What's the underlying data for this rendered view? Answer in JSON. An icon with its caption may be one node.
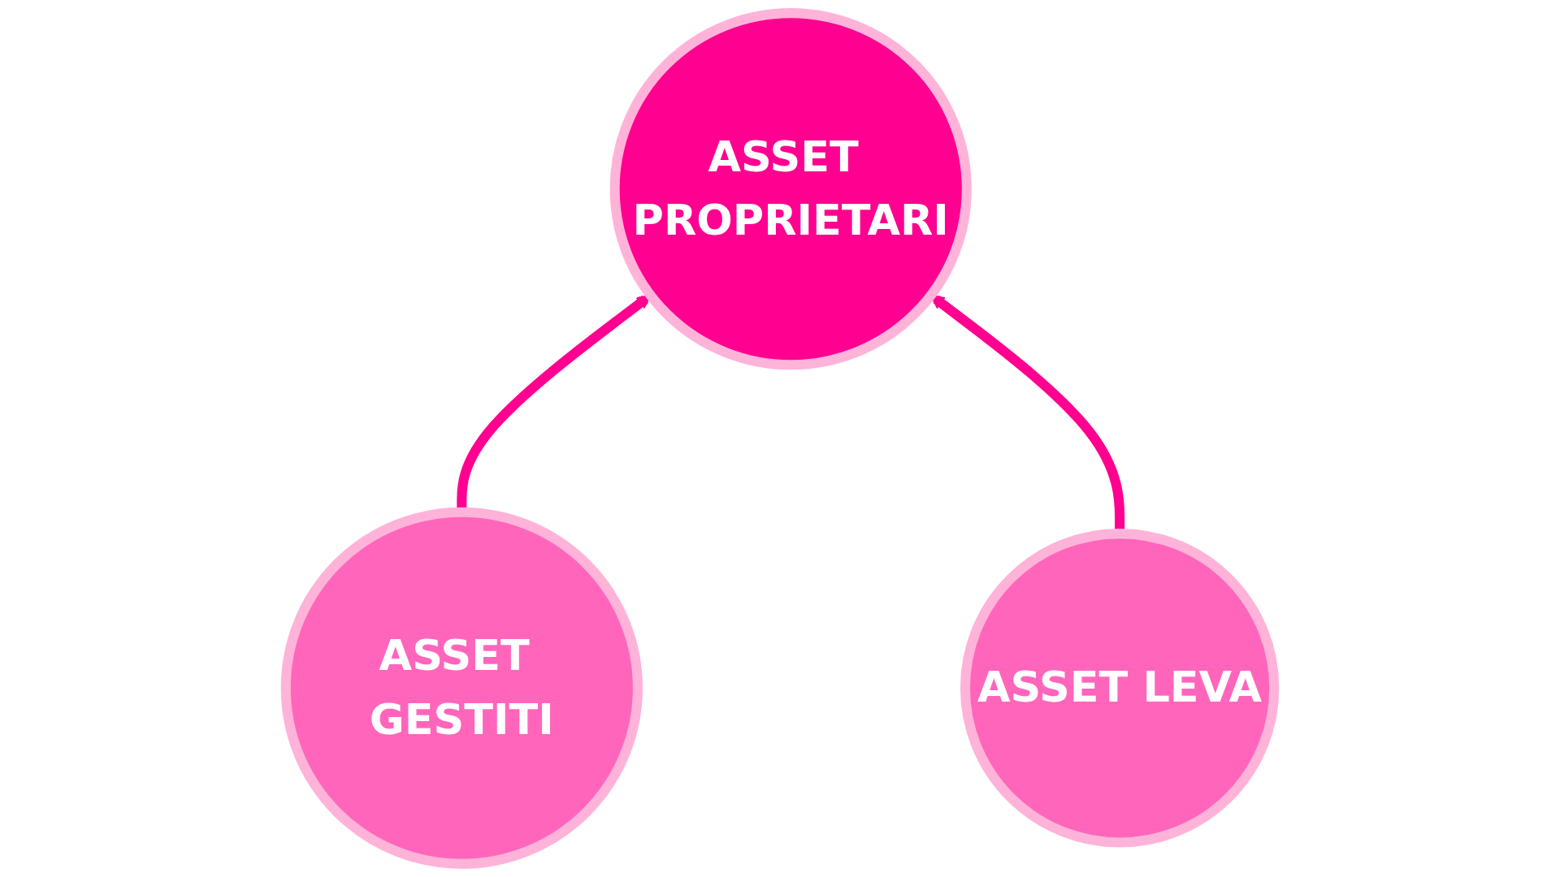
{
  "diagram": {
    "nodes": [
      {
        "text": [
          "ASSET PROPRIETARI"
        ]
      },
      {
        "text": [
          "ASSET GESTITI"
        ]
      },
      {
        "text": [
          "ASSET LEVA"
        ]
      }
    ],
    "edges": [
      {
        "from": 1,
        "to": 0,
        "arrow": "to"
      },
      {
        "from": 2,
        "to": 0,
        "arrow": "to"
      }
    ]
  }
}
